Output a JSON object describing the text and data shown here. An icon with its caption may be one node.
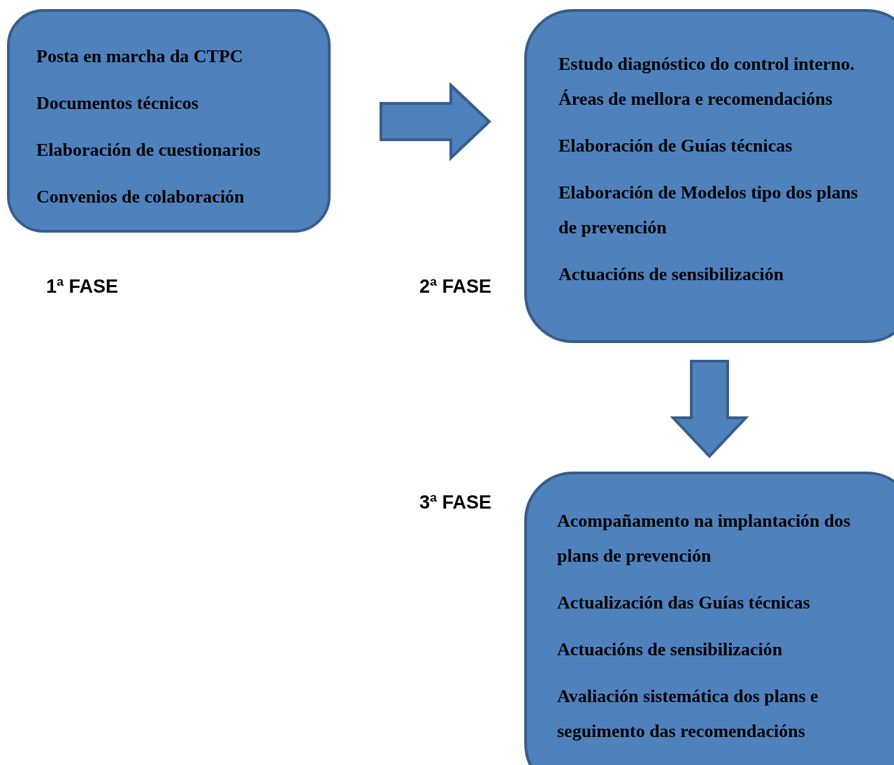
{
  "diagram": {
    "nodes": [
      {
        "text": [
          "Posta en marcha da CTPC",
          "Documentos técnicos",
          "Elaboración de cuestionarios",
          "Convenios de colaboración"
        ],
        "beside": [
          "1ª FASE"
        ]
      },
      {
        "text": [
          "Estudo diagnóstico do control interno.  Áreas de mellora e recomendacións",
          "Elaboración de Guías técnicas",
          "Elaboración de Modelos tipo dos plans de prevención",
          "Actuacións de sensibilización"
        ],
        "beside": [
          "2ª FASE"
        ]
      },
      {
        "text": [
          "Acompañamento na implantación dos plans de prevención",
          "Actualización das Guías técnicas",
          "Actuacións de sensibilización",
          "Avaliación sistemática dos plans e seguimento das recomendacións"
        ],
        "beside": [
          "3ª FASE"
        ]
      }
    ],
    "edges": [
      {
        "from": 0,
        "to": 1,
        "arrow": "to"
      },
      {
        "from": 1,
        "to": 2,
        "arrow": "to"
      }
    ]
  }
}
